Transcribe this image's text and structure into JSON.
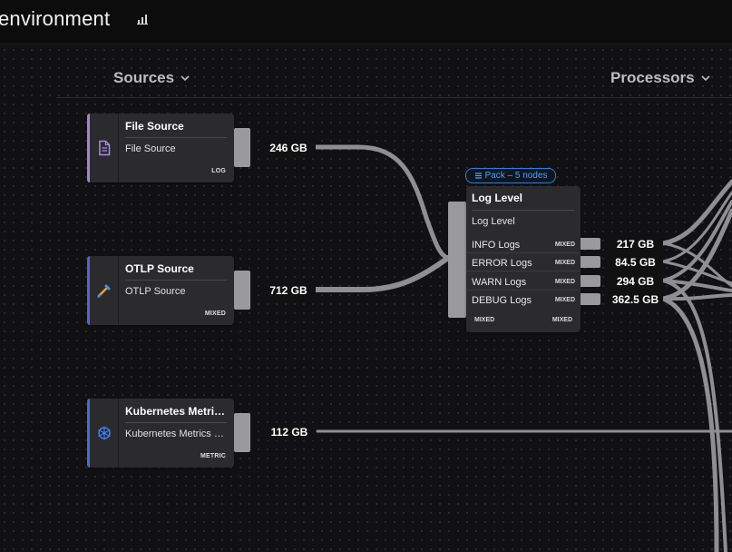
{
  "header": {
    "title": "environment",
    "stats_icon": "bar-chart-icon"
  },
  "columns": {
    "sources_label": "Sources",
    "processors_label": "Processors"
  },
  "sources": [
    {
      "title": "File Source",
      "subtitle": "File Source",
      "tag": "LOG",
      "volume": "246 GB",
      "icon": "file-icon",
      "accent": "#a184d8"
    },
    {
      "title": "OTLP Source",
      "subtitle": "OTLP Source",
      "tag": "MIXED",
      "volume": "712 GB",
      "icon": "telescope-icon",
      "accent": "#5a5fd8"
    },
    {
      "title": "Kubernetes Metrics Source",
      "subtitle": "Kubernetes Metrics Source",
      "tag": "METRIC",
      "volume": "112 GB",
      "icon": "kubernetes-icon",
      "accent": "#4f66d8"
    }
  ],
  "pack": {
    "badge": "Pack – 5 nodes"
  },
  "processor": {
    "title": "Log Level",
    "subtitle": "Log Level",
    "routes": [
      {
        "label": "INFO Logs",
        "tag": "MIXED",
        "volume": "217 GB"
      },
      {
        "label": "ERROR Logs",
        "tag": "MIXED",
        "volume": "84.5 GB"
      },
      {
        "label": "WARN Logs",
        "tag": "MIXED",
        "volume": "294 GB"
      },
      {
        "label": "DEBUG Logs",
        "tag": "MIXED",
        "volume": "362.5 GB"
      }
    ],
    "footer_left": "MIXED",
    "footer_right": "MIXED"
  },
  "colors": {
    "canvas": "#111113",
    "node": "#2b2b2e",
    "wire": "#8f8f93",
    "pack_accent": "#2e7fe0"
  }
}
